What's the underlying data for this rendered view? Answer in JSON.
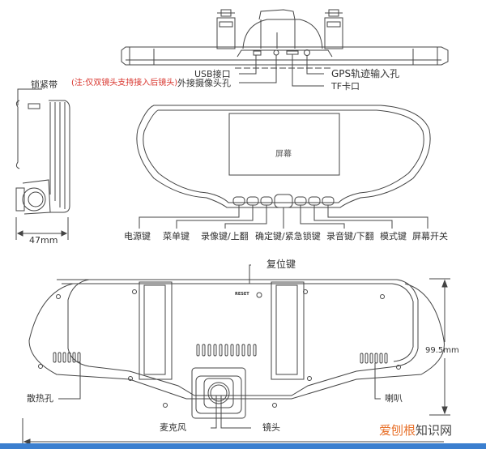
{
  "top_view": {
    "usb_port": "USB接口",
    "ext_camera_note": "(注:仅双镜头支持接入后镜头)",
    "ext_camera_port": "外接摄像头孔",
    "gps_port": "GPS轨迹输入孔",
    "tf_slot": "TF卡口"
  },
  "side_view": {
    "strap_label": "锁紧带",
    "depth_dimension": "47mm"
  },
  "front_view": {
    "screen_label": "屏幕",
    "buttons": [
      {
        "label": "电源键",
        "icon": "power-icon"
      },
      {
        "label": "菜单键",
        "icon": "menu-icon"
      },
      {
        "label": "录像键/上翻",
        "icon": "record-up-icon"
      },
      {
        "label": "确定键/紧急锁键",
        "icon": "ok-lock-icon"
      },
      {
        "label": "录音键/下翻",
        "icon": "audio-down-icon"
      },
      {
        "label": "模式键",
        "icon": "mode-icon"
      },
      {
        "label": "屏幕开关",
        "icon": "screen-toggle-icon"
      }
    ]
  },
  "back_view": {
    "reset_key": "复位键",
    "reset_text": "RESET",
    "vent_label": "散热孔",
    "speaker_label": "喇叭",
    "mic_label": "麦克风",
    "lens_label": "镜头",
    "height_dimension": "99.5mm"
  },
  "watermark": {
    "part_a": "爱刨根",
    "part_b": "知识网"
  },
  "colors": {
    "line": "#444444",
    "note": "#d8322b",
    "bar": "#3b7fcf",
    "watermark_accent": "#e8722c"
  }
}
